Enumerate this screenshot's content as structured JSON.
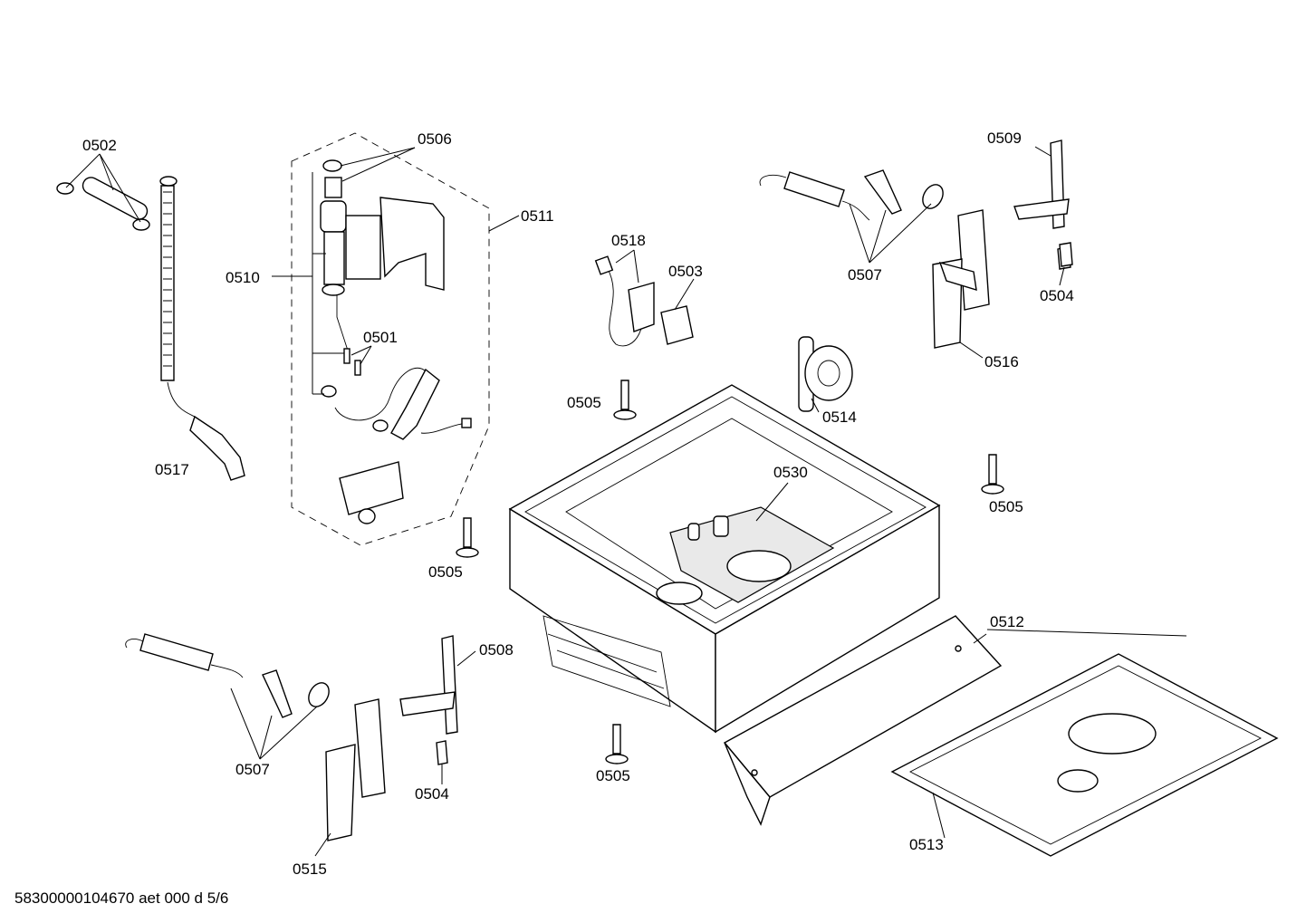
{
  "labels": {
    "l0502": "0502",
    "l0506": "0506",
    "l0511": "0511",
    "l0510": "0510",
    "l0501": "0501",
    "l0517": "0517",
    "l0518": "0518",
    "l0503": "0503",
    "l0507a": "0507",
    "l0509": "0509",
    "l0504a": "0504",
    "l0516": "0516",
    "l0505a": "0505",
    "l0514": "0514",
    "l0530": "0530",
    "l0505b": "0505",
    "l0505c": "0505",
    "l0512": "0512",
    "l0508": "0508",
    "l0507b": "0507",
    "l0504b": "0504",
    "l0505d": "0505",
    "l0513": "0513",
    "l0515": "0515"
  },
  "footer": "58300000104670 aet 000 d 5/6"
}
